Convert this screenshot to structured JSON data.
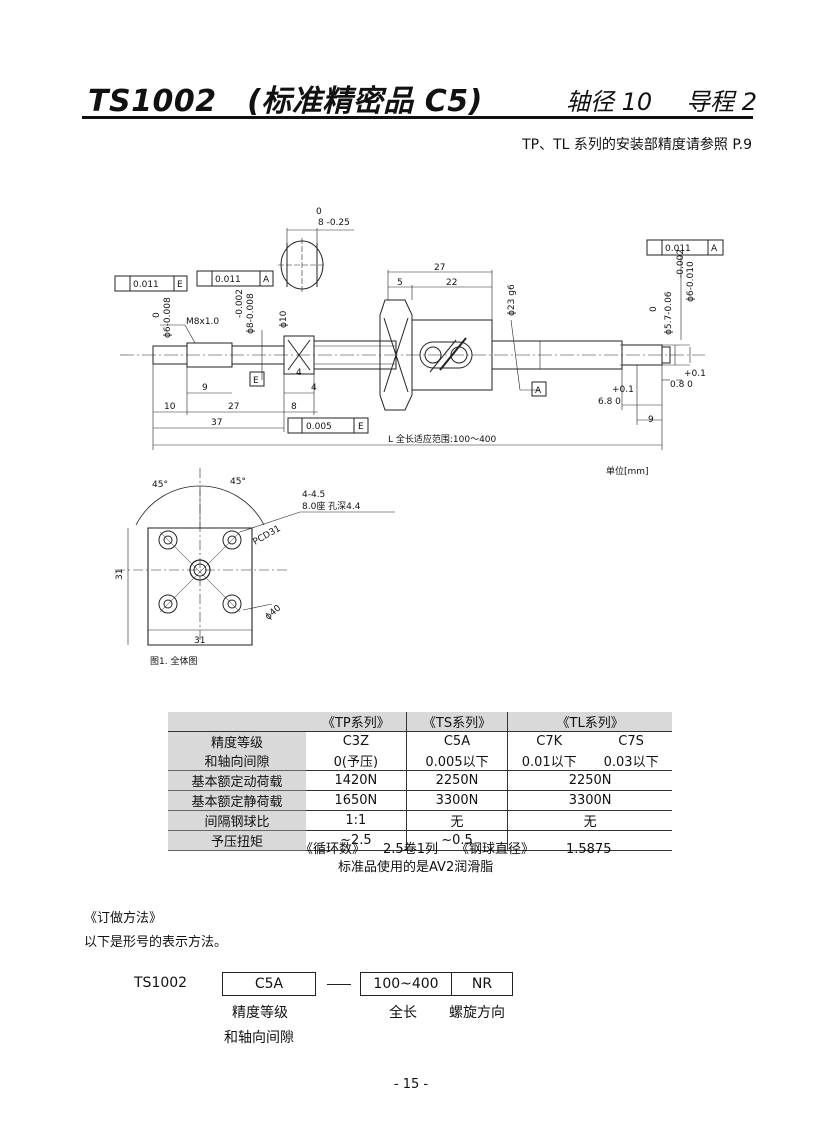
{
  "header": {
    "title": "TS1002　(标准精密品 C5)",
    "shaft": "轴径 10",
    "lead": "导程 2",
    "note": "TP、TL 系列的安装部精度请参照 P.9"
  },
  "drawing": {
    "dims": {
      "d0": "0",
      "d825": "8 -0.25",
      "c27": "27",
      "c5": "5",
      "c22": "22",
      "d23": "ϕ23 g6",
      "d002a": "-0.002",
      "d6010": "ϕ6-0.010",
      "d0b": "0",
      "d57": "ϕ5.7-0.06",
      "d0c": "0",
      "d6008": "ϕ6-0.008",
      "d002b": "-0.002",
      "d8008": "ϕ8-0.008",
      "d10": "ϕ10",
      "m8": "M8x1.0",
      "n4a": "4",
      "n9": "9",
      "n10": "10",
      "n27": "27",
      "n8": "8",
      "n4b": "4",
      "n37": "37",
      "p01a": "+0.1",
      "n68": "6.8  0",
      "p01b": "+0.1",
      "n08": "0.8  0",
      "n9r": "9",
      "total": "L  全长适应范围:100～400"
    },
    "tol": {
      "t1v": "0.011",
      "t1d": "E",
      "t2v": "0.011",
      "t2d": "A",
      "t3v": "0.011",
      "t3d": "A",
      "t4v": "0.005",
      "t4d": "E",
      "datumE": "E",
      "datumA": "A"
    },
    "unit": "单位[mm]",
    "flange": {
      "a1": "45°",
      "a2": "45°",
      "hole1": "4-4.5",
      "hole2": "8.0座  孔深4.4",
      "pcd": "PCD31",
      "d40": "ϕ40",
      "h31": "31",
      "w31": "31",
      "caption": "图1. 全体图"
    }
  },
  "spec_table": {
    "headers": [
      "《TP系列》",
      "《TS系列》",
      "《TL系列》"
    ],
    "row_precision": {
      "label1": "精度等级",
      "label2": "和轴向间隙",
      "tp1": "C3Z",
      "tp2": "0(予压)",
      "ts1": "C5A",
      "ts2": "0.005以下",
      "tl1a": "C7K",
      "tl1b": "C7S",
      "tl2a": "0.01以下",
      "tl2b": "0.03以下"
    },
    "rows": [
      {
        "label": "基本额定动荷载",
        "tp": "1420N",
        "ts": "2250N",
        "tl": "2250N"
      },
      {
        "label": "基本额定静荷载",
        "tp": "1650N",
        "ts": "3300N",
        "tl": "3300N"
      },
      {
        "label": "间隔钢球比",
        "tp": "1:1",
        "ts": "无",
        "tl": "无"
      },
      {
        "label": "予压扭矩",
        "tp": "~2.5",
        "ts": "~0.5",
        "tl": ""
      }
    ],
    "footer": {
      "circ_label": "《循环数》",
      "circ_value": "2.5卷1列",
      "ball_label": "《钢球直径》",
      "ball_value": "1.5875",
      "grease": "标准品使用的是AV2润滑脂"
    }
  },
  "ordering": {
    "title": "《订做方法》",
    "desc": "以下是形号的表示方法。",
    "model": "TS1002",
    "grade": "C5A",
    "length": "100~400",
    "direction": "NR",
    "grade_label1": "精度等级",
    "grade_label2": "和轴向间隙",
    "length_label": "全长",
    "direction_label": "螺旋方向"
  },
  "page_number": "- 15 -"
}
